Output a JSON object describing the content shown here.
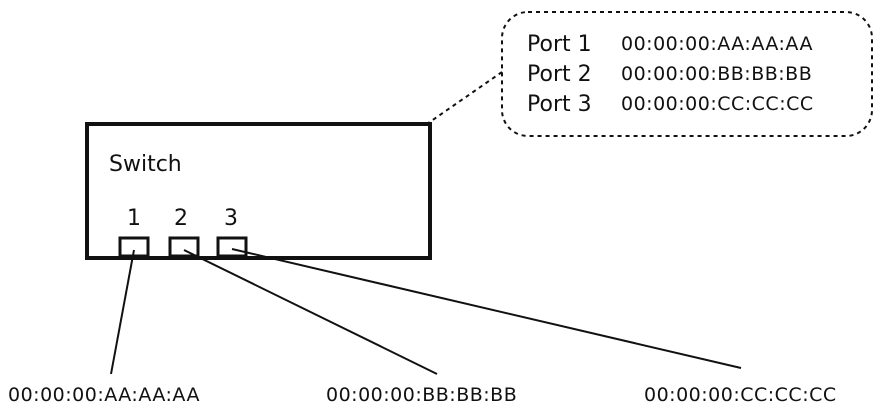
{
  "switch": {
    "label": "Switch",
    "ports": [
      {
        "number": "1",
        "mac": "00:00:00:AA:AA:AA"
      },
      {
        "number": "2",
        "mac": "00:00:00:BB:BB:BB"
      },
      {
        "number": "3",
        "mac": "00:00:00:CC:CC:CC"
      }
    ]
  },
  "mac_table": {
    "rows": [
      {
        "port": "Port 1",
        "mac": "00:00:00:AA:AA:AA"
      },
      {
        "port": "Port 2",
        "mac": "00:00:00:BB:BB:BB"
      },
      {
        "port": "Port 3",
        "mac": "00:00:00:CC:CC:CC"
      }
    ]
  },
  "hosts": [
    {
      "mac": "00:00:00:AA:AA:AA"
    },
    {
      "mac": "00:00:00:BB:BB:BB"
    },
    {
      "mac": "00:00:00:CC:CC:CC"
    }
  ],
  "colors": {
    "stroke": "#111111",
    "background": "#ffffff"
  }
}
